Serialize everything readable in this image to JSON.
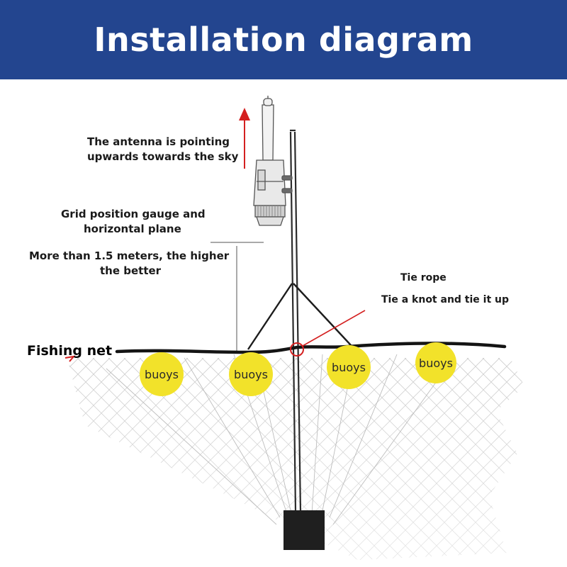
{
  "header": {
    "title": "Installation diagram"
  },
  "labels": {
    "antenna_line1": "The antenna is pointing",
    "antenna_line2": "upwards towards the sky",
    "grid_line1": "Grid position gauge and",
    "grid_line2": "horizontal plane",
    "height_line1": "More than 1.5 meters, the higher",
    "height_line2": "the better",
    "tie_rope": "Tie rope",
    "tie_knot": "Tie a knot and tie it up",
    "fishing_net": "Fishing net"
  },
  "buoys": [
    {
      "label": "buoys"
    },
    {
      "label": "buoys"
    },
    {
      "label": "buoys"
    },
    {
      "label": "buoys"
    }
  ],
  "colors": {
    "banner": "#23458f",
    "buoy": "#f2e22a",
    "arrow": "#d42020",
    "rope": "#1c1c1c"
  }
}
